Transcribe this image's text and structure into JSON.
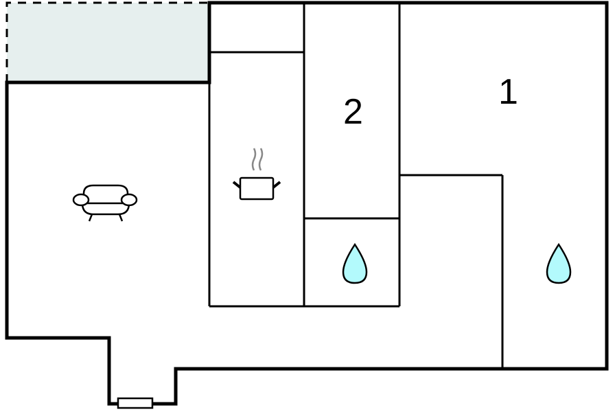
{
  "diagram": {
    "type": "floor-plan",
    "colors": {
      "wall": "#000000",
      "terrace_fill": "#e6efee",
      "water_fill": "#b3fafc",
      "steam": "#888888",
      "background": "#ffffff"
    },
    "rooms": [
      {
        "id": "terrace",
        "kind": "terrace",
        "label": ""
      },
      {
        "id": "living-room",
        "kind": "living-room",
        "label": "",
        "icon": "sofa-icon"
      },
      {
        "id": "kitchen",
        "kind": "kitchen",
        "label": "",
        "icon": "cooking-pot-icon"
      },
      {
        "id": "storage",
        "kind": "storage",
        "label": ""
      },
      {
        "id": "bedroom-2",
        "kind": "bedroom",
        "label": "2"
      },
      {
        "id": "bathroom-small",
        "kind": "bathroom",
        "label": "",
        "icon": "water-drop-icon"
      },
      {
        "id": "bedroom-1",
        "kind": "bedroom",
        "label": "1"
      },
      {
        "id": "bathroom-large",
        "kind": "bathroom",
        "label": "",
        "icon": "water-drop-icon"
      },
      {
        "id": "hallway",
        "kind": "hallway",
        "label": ""
      }
    ],
    "labels": {
      "bedroom_1": "1",
      "bedroom_2": "2"
    },
    "entrance": {
      "kind": "door",
      "label": ""
    }
  }
}
